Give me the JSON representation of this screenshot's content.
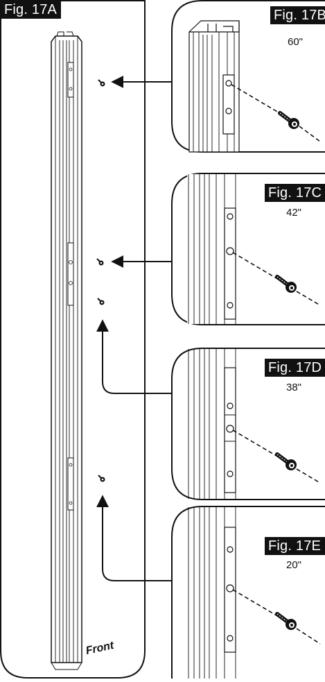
{
  "figures": {
    "a": {
      "label": "Fig. 17A",
      "note": "Front"
    },
    "b": {
      "label": "Fig. 17B",
      "measure": "60\""
    },
    "c": {
      "label": "Fig. 17C",
      "measure": "42\""
    },
    "d": {
      "label": "Fig. 17D",
      "measure": "38\""
    },
    "e": {
      "label": "Fig. 17E",
      "measure": "20\""
    }
  },
  "colors": {
    "ink": "#111111",
    "paper": "#ffffff"
  },
  "icons": {
    "screw": "screw-icon",
    "pointer": "arrow-icon"
  }
}
